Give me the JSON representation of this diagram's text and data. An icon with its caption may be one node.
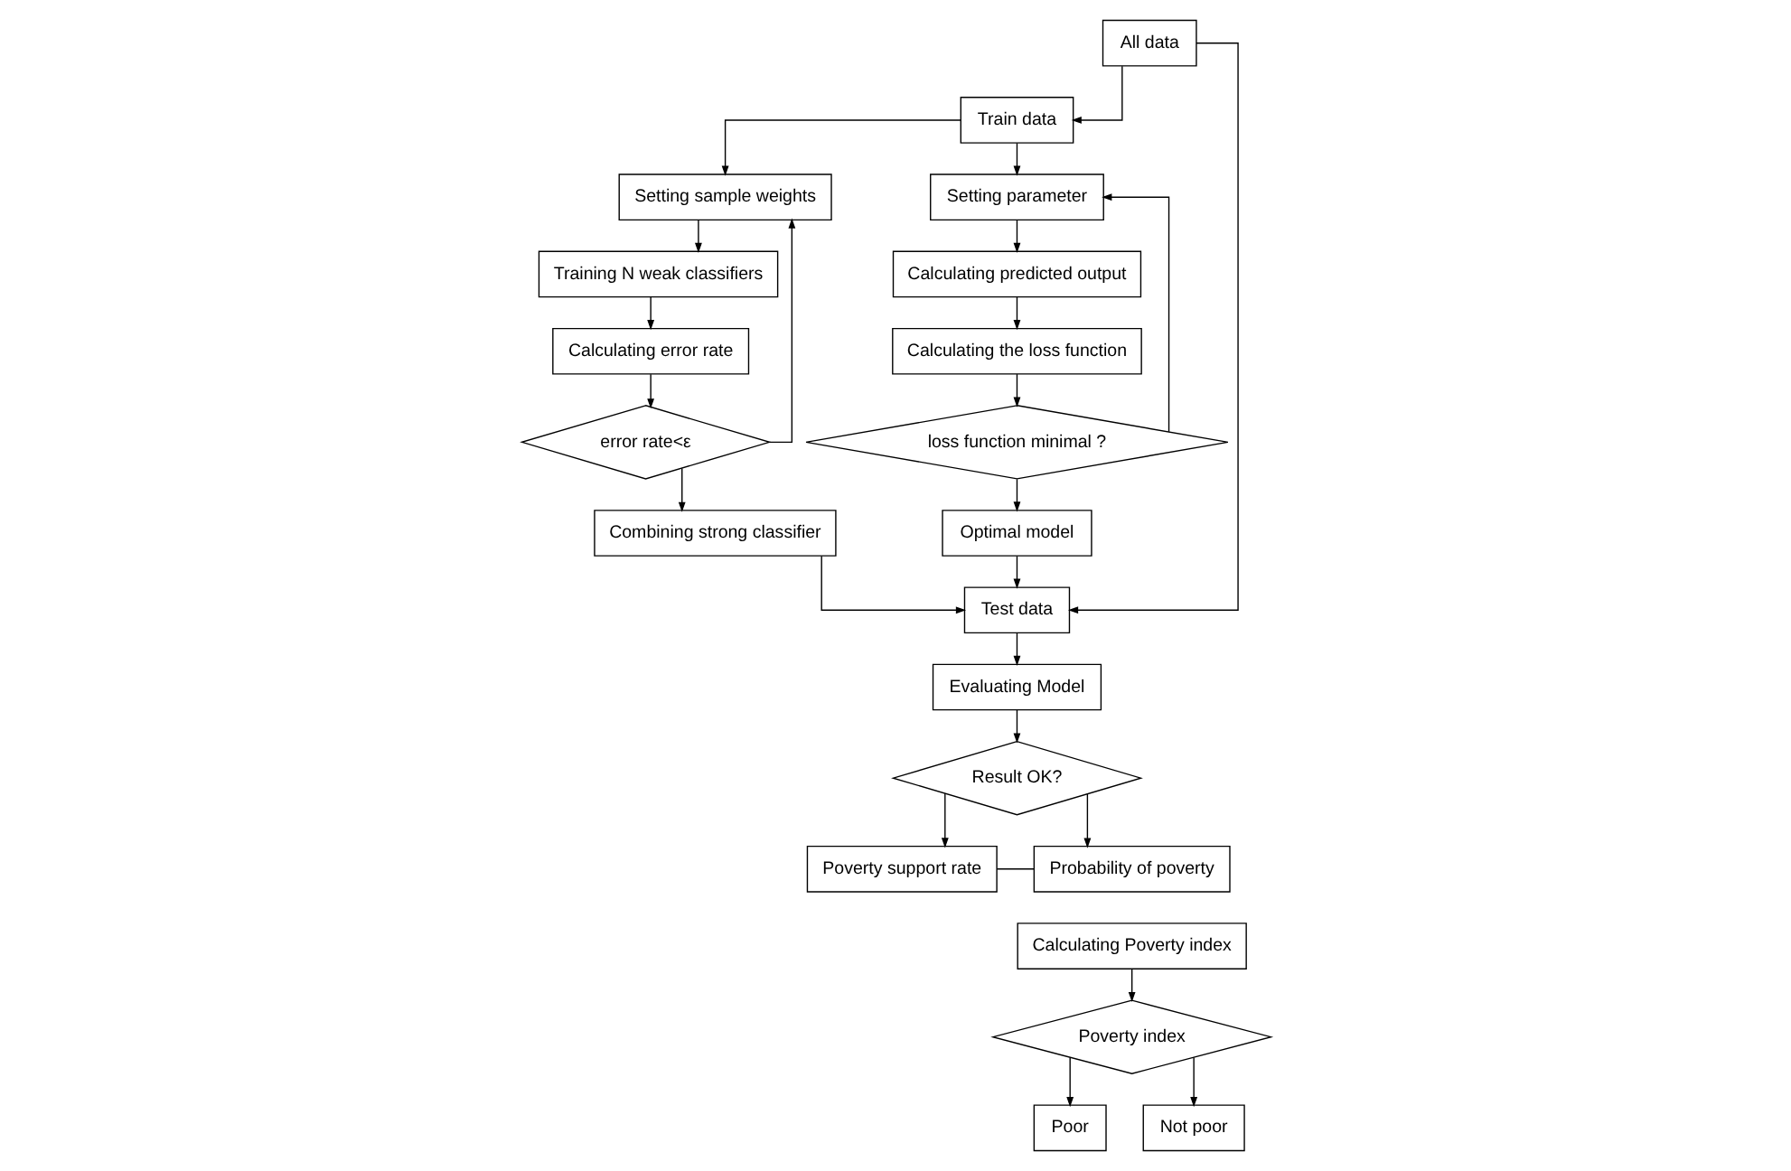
{
  "diagram": {
    "nodes": [
      {
        "text": [
          "All data"
        ]
      },
      {
        "text": [
          "Train data"
        ]
      },
      {
        "text": [
          "Setting sample weights"
        ]
      },
      {
        "text": [
          "Training N weak classifiers"
        ]
      },
      {
        "text": [
          "Calculating error rate"
        ]
      },
      {
        "text": [
          "error rate<ε"
        ]
      },
      {
        "text": [
          "Combining strong classifier"
        ]
      },
      {
        "text": [
          "Setting parameter"
        ]
      },
      {
        "text": [
          "Calculating predicted output"
        ]
      },
      {
        "text": [
          "Calculating the loss function"
        ]
      },
      {
        "text": [
          "loss function minimal ?"
        ]
      },
      {
        "text": [
          "Optimal model"
        ]
      },
      {
        "text": [
          "Test data"
        ]
      },
      {
        "text": [
          "Evaluating Model"
        ]
      },
      {
        "text": [
          "Result OK?"
        ]
      },
      {
        "text": [
          "Poverty support rate"
        ]
      },
      {
        "text": [
          "Probability of poverty"
        ]
      },
      {
        "text": [
          "Calculating Poverty index"
        ]
      },
      {
        "text": [
          "Poverty index"
        ]
      },
      {
        "text": [
          "Poor"
        ]
      },
      {
        "text": [
          "Not poor"
        ]
      }
    ],
    "edges": [
      {
        "from": 0,
        "to": 1,
        "arrow": "to"
      },
      {
        "from": 0,
        "to": 12,
        "arrow": "to"
      },
      {
        "from": 1,
        "to": 2,
        "arrow": "to"
      },
      {
        "from": 1,
        "to": 7,
        "arrow": "to"
      },
      {
        "from": 2,
        "to": 3,
        "arrow": "to"
      },
      {
        "from": 3,
        "to": 4,
        "arrow": "to"
      },
      {
        "from": 4,
        "to": 5,
        "arrow": "to"
      },
      {
        "from": 5,
        "to": 2,
        "arrow": "to"
      },
      {
        "from": 5,
        "to": 6,
        "arrow": "to"
      },
      {
        "from": 7,
        "to": 8,
        "arrow": "to"
      },
      {
        "from": 8,
        "to": 9,
        "arrow": "to"
      },
      {
        "from": 9,
        "to": 10,
        "arrow": "to"
      },
      {
        "from": 10,
        "to": 7,
        "arrow": "to"
      },
      {
        "from": 10,
        "to": 11,
        "arrow": "to"
      },
      {
        "from": 6,
        "to": 12,
        "arrow": "to"
      },
      {
        "from": 11,
        "to": 12,
        "arrow": "to"
      },
      {
        "from": 12,
        "to": 13,
        "arrow": "to"
      },
      {
        "from": 13,
        "to": 14,
        "arrow": "to"
      },
      {
        "from": 14,
        "to": 15,
        "arrow": "to"
      },
      {
        "from": 14,
        "to": 16,
        "arrow": "to"
      },
      {
        "from": 15,
        "to": 16,
        "arrow": "none"
      },
      {
        "from": 17,
        "to": 18,
        "arrow": "to"
      },
      {
        "from": 18,
        "to": 19,
        "arrow": "to"
      },
      {
        "from": 18,
        "to": 20,
        "arrow": "to"
      }
    ]
  }
}
